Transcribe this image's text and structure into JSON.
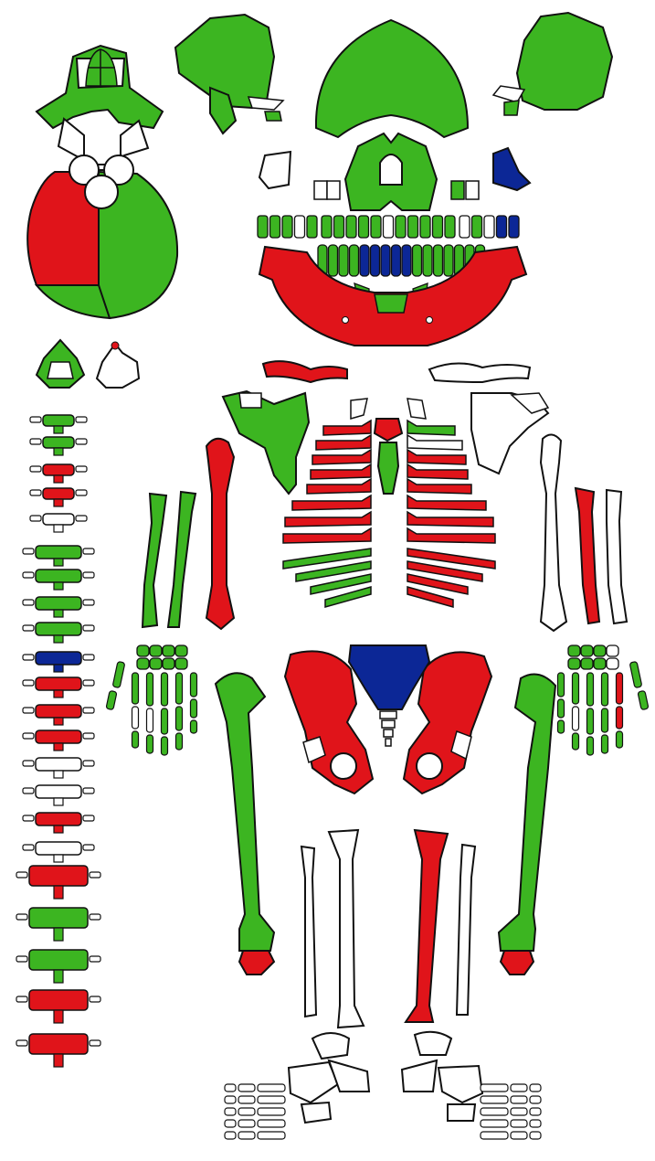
{
  "palette": {
    "green": "#3cb521",
    "red": "#e0141a",
    "blue": "#0c2796",
    "white": "#ffffff",
    "outline": "#111111"
  },
  "skull": {
    "posterior": [
      "green",
      "green",
      "red",
      "green"
    ],
    "lateral_left": "green",
    "lateral_right": "green",
    "frontal": "green",
    "mandible": "red",
    "maxilla": "green",
    "left_zygomatic": "white",
    "right_zygomatic": "blue",
    "lower_incisors": "blue"
  },
  "vertebrae": {
    "cervical_atlas": "green",
    "cervical_axis": "white",
    "column": [
      "green",
      "green",
      "red",
      "red",
      "white",
      "green",
      "green",
      "green",
      "green",
      "blue",
      "red",
      "red",
      "red",
      "white",
      "white",
      "red",
      "white",
      "red",
      "green",
      "green",
      "red",
      "red"
    ]
  },
  "thorax": {
    "left_clavicle": "red",
    "right_clavicle": "white",
    "left_scapula": "green",
    "right_scapula": "white",
    "sternum": "green",
    "manubrium": "red",
    "left_ribs": [
      "red",
      "red",
      "red",
      "red",
      "red",
      "red",
      "red",
      "red",
      "green",
      "green",
      "green",
      "green"
    ],
    "right_ribs": [
      "green",
      "white",
      "red",
      "red",
      "red",
      "red",
      "red",
      "red",
      "red",
      "red",
      "red",
      "red"
    ]
  },
  "arms": {
    "left_humerus": "red",
    "left_radius": "green",
    "left_ulna": "green",
    "right_humerus": "white",
    "right_radius": "red",
    "right_ulna": "white",
    "left_carpals": "green",
    "right_carpals": "mixed"
  },
  "pelvis": {
    "left_coxal": "red",
    "right_coxal": "red",
    "sacrum": "blue",
    "coccyx": "white"
  },
  "legs": {
    "left_femur": "green",
    "right_femur": "green",
    "left_patella": "red",
    "right_patella": "red",
    "left_tibia": "white",
    "left_fibula": "white",
    "right_tibia": "red",
    "right_fibula": "white",
    "feet": "white"
  }
}
